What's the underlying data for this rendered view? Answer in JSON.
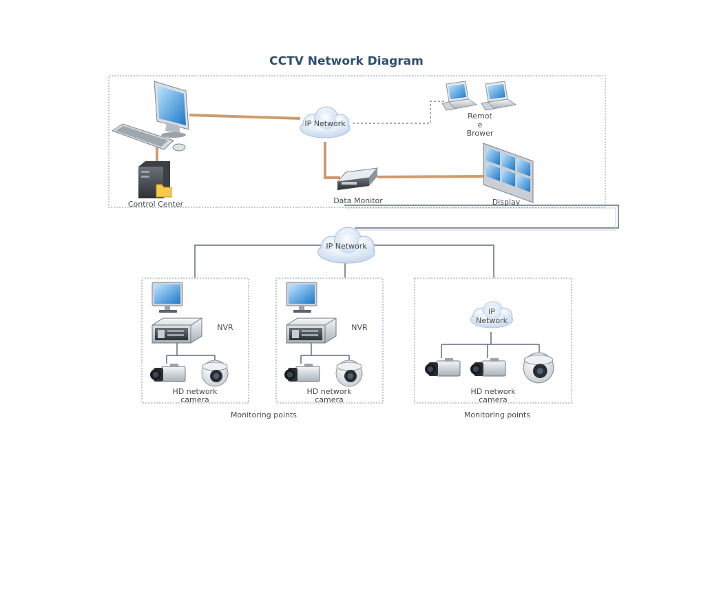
{
  "title": "CCTV Network Diagram",
  "control_center": {
    "label": "Control Center",
    "network_label": "IP Network",
    "remote_label_lines": [
      "Remot",
      "e",
      "Brower"
    ],
    "data_monitor_label": "Data Monitor",
    "display_label": "Display"
  },
  "main_network_label": "IP Network",
  "sites": [
    {
      "nvr_label": "NVR",
      "camera_label_lines": [
        "HD network",
        "camera"
      ]
    },
    {
      "nvr_label": "NVR",
      "camera_label_lines": [
        "HD network",
        "camera"
      ]
    },
    {
      "network_label_lines": [
        "IP",
        "Network"
      ],
      "camera_label_lines": [
        "HD network",
        "camera"
      ]
    }
  ],
  "monitoring_labels": [
    "Monitoring points",
    "Monitoring points"
  ],
  "colors": {
    "title": "#2f4f6f",
    "copper_link": "#cf9a6c",
    "network_line": "#5e6e7e",
    "group_border": "#7f95ad",
    "cloud": "#dce8f5"
  },
  "icons": [
    "desktop-computer-icon",
    "keyboard-icon",
    "server-folder-icon",
    "cloud-icon",
    "laptop-icon",
    "data-monitor-icon",
    "video-wall-icon",
    "nvr-recorder-icon",
    "box-camera-icon",
    "dome-camera-icon"
  ]
}
